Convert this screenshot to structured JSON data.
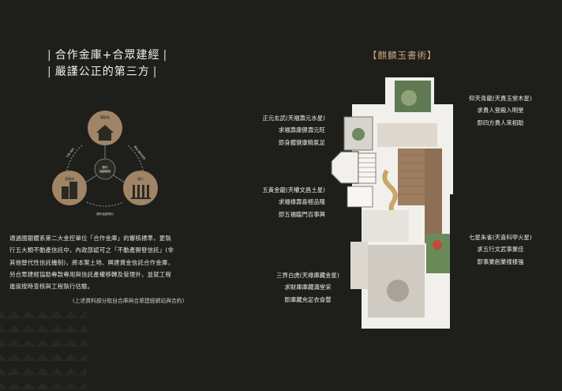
{
  "title": {
    "line1": "合作金庫+合眾建經",
    "line2": "嚴謹公正的第三方",
    "bar": "|"
  },
  "diagram": {
    "top_label": "購屋者",
    "left_label": "建築商",
    "right_label": "銀行",
    "center_label_1": "履約",
    "center_label_2": "保證機制",
    "bottom_label": "履約保證契約",
    "arrow_left_top": "付款·簽約",
    "arrow_right_top": "價金·履約保證"
  },
  "paragraph": [
    "通過國銀體系第二大金控單位「合作金庫」的審核標準，更執",
    "行五大類不動產信託中，內政部認可之「不動產開發信託」(非",
    "其他替代性信託機制)，將本案土地、興建資金信託合作金庫，",
    "另合眾建經協助專款專用與信託產權移轉及管理外，並就工程",
    "進度按時查核與工程執行估驗。"
  ],
  "note": "(上述資料部分取自合庫與合眾建經網站與合約)",
  "plan_title": "【麒麟玉書術】",
  "labels": {
    "zhengyuan": [
      "正元玄武(天福壽元水星)",
      "求福壽康健壽元旺",
      "即身體健康精氣足"
    ],
    "wuhuang": [
      "五黃金龍(天權文昌土星)",
      "求福祿壽喜極品隆",
      "即五福臨門百事興"
    ],
    "sanjie": [
      "三界白虎(天祿庫藏金星)",
      "求財庫庫藏滿堂采",
      "即庫藏充足衣食豐"
    ],
    "yangtian": [
      "仰天青龍(天貴玉堂木星)",
      "求貴人登殿入明堂",
      "即四方貴人來相助"
    ],
    "qixing": [
      "七星朱雀(天喜科甲火星)",
      "求五行文武事業佳",
      "即事業創業樣樣強"
    ]
  },
  "colors": {
    "background": "#1e1f1b",
    "accent_bronze": "#c6a27a",
    "diagram_circle": "#a08466"
  }
}
